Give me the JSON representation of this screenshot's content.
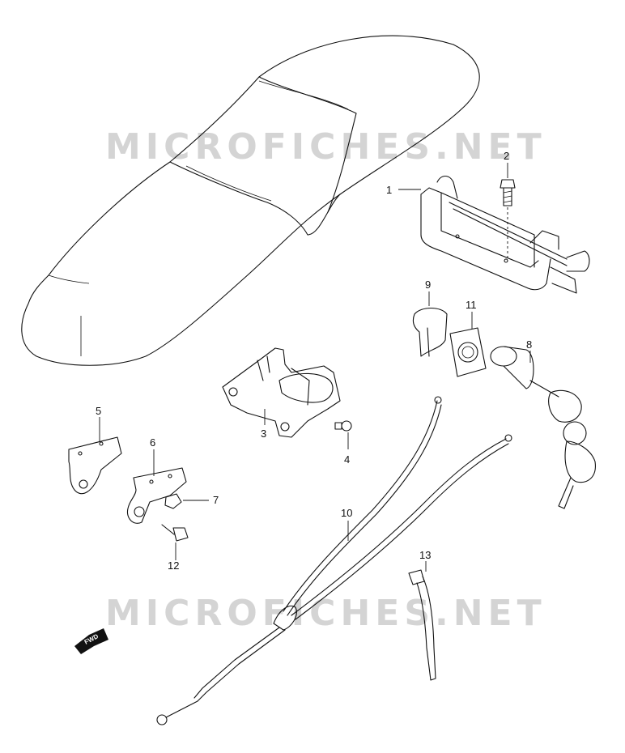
{
  "watermarks": [
    "MICROFICHES.NET",
    "MICROFICHES.NET"
  ],
  "fwd_label": "FWD",
  "callouts": {
    "c1": "1",
    "c2": "2",
    "c3": "3",
    "c4": "4",
    "c5": "5",
    "c6": "6",
    "c7": "7",
    "c8": "8",
    "c9": "9",
    "c10": "10",
    "c11": "11",
    "c12": "12",
    "c13": "13"
  },
  "colors": {
    "line": "#111111",
    "watermark": "#d4d4d4",
    "background": "#ffffff"
  },
  "icons": {
    "direction_arrow": "fwd-arrow-icon"
  }
}
